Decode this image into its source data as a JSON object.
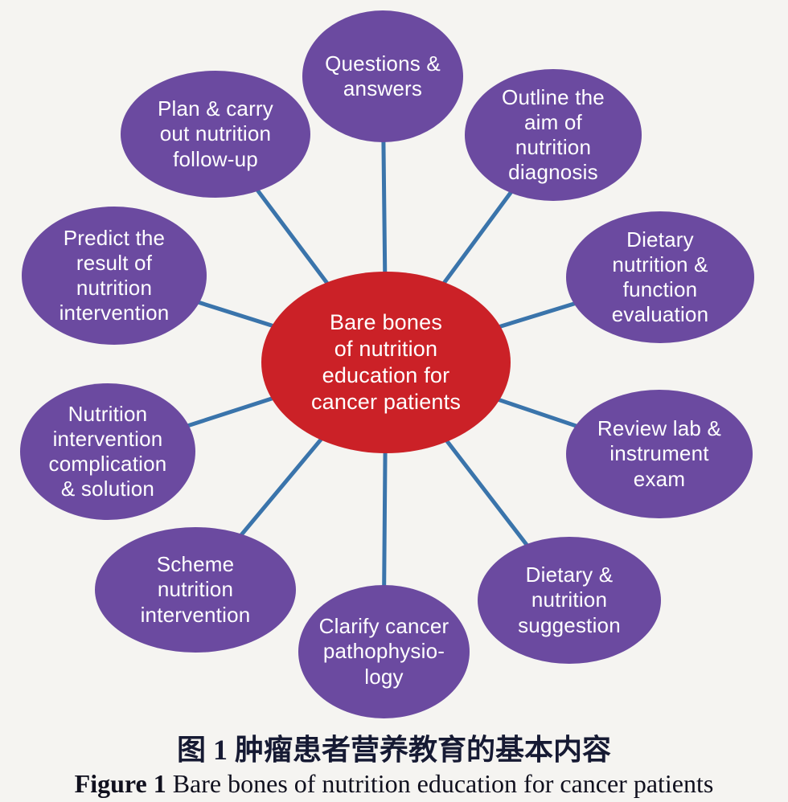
{
  "figure": {
    "node_fill": "#6b4aa0",
    "center_fill": "#cb2127",
    "connector_color": "#3a74ab",
    "text_color": "#ffffff",
    "center": {
      "label": "Bare bones of nutrition education for cancer patients",
      "lines": [
        "Bare bones",
        "of nutrition",
        "education for",
        "cancer patients"
      ]
    },
    "nodes": [
      {
        "id": "questions-answers",
        "label": "Questions & answers",
        "lines": [
          "Questions &",
          "answers"
        ]
      },
      {
        "id": "plan-carry-out-nutrition-follow-up",
        "label": "Plan & carry out nutrition follow-up",
        "lines": [
          "Plan & carry",
          "out nutrition",
          "follow-up"
        ]
      },
      {
        "id": "outline-aim-of-nutrition-diagnosis",
        "label": "Outline the aim of nutrition diagnosis",
        "lines": [
          "Outline the",
          "aim of",
          "nutrition",
          "diagnosis"
        ]
      },
      {
        "id": "predict-result-of-nutrition-intervention",
        "label": "Predict the result of nutrition intervention",
        "lines": [
          "Predict the",
          "result of",
          "nutrition",
          "intervention"
        ]
      },
      {
        "id": "dietary-nutrition-function-evaluation",
        "label": "Dietary nutrition & function evaluation",
        "lines": [
          "Dietary",
          "nutrition &",
          "function",
          "evaluation"
        ]
      },
      {
        "id": "nutrition-intervention-complication-solution",
        "label": "Nutrition intervention complication & solution",
        "lines": [
          "Nutrition",
          "intervention",
          "complication",
          "& solution"
        ]
      },
      {
        "id": "review-lab-instrument-exam",
        "label": "Review lab & instrument exam",
        "lines": [
          "Review lab &",
          "instrument",
          "exam"
        ]
      },
      {
        "id": "scheme-nutrition-intervention",
        "label": "Scheme nutrition intervention",
        "lines": [
          "Scheme",
          "nutrition",
          "intervention"
        ]
      },
      {
        "id": "dietary-nutrition-suggestion",
        "label": "Dietary & nutrition suggestion",
        "lines": [
          "Dietary &",
          "nutrition",
          "suggestion"
        ]
      },
      {
        "id": "clarify-cancer-pathophysiology",
        "label": "Clarify cancer pathophysiology",
        "lines": [
          "Clarify cancer",
          "pathophysio-",
          "logy"
        ]
      }
    ]
  },
  "caption": {
    "chinese": "图 1 肿瘤患者营养教育的基本内容",
    "english_bold": "Figure 1",
    "english_rest": " Bare bones of nutrition education for cancer patients"
  }
}
